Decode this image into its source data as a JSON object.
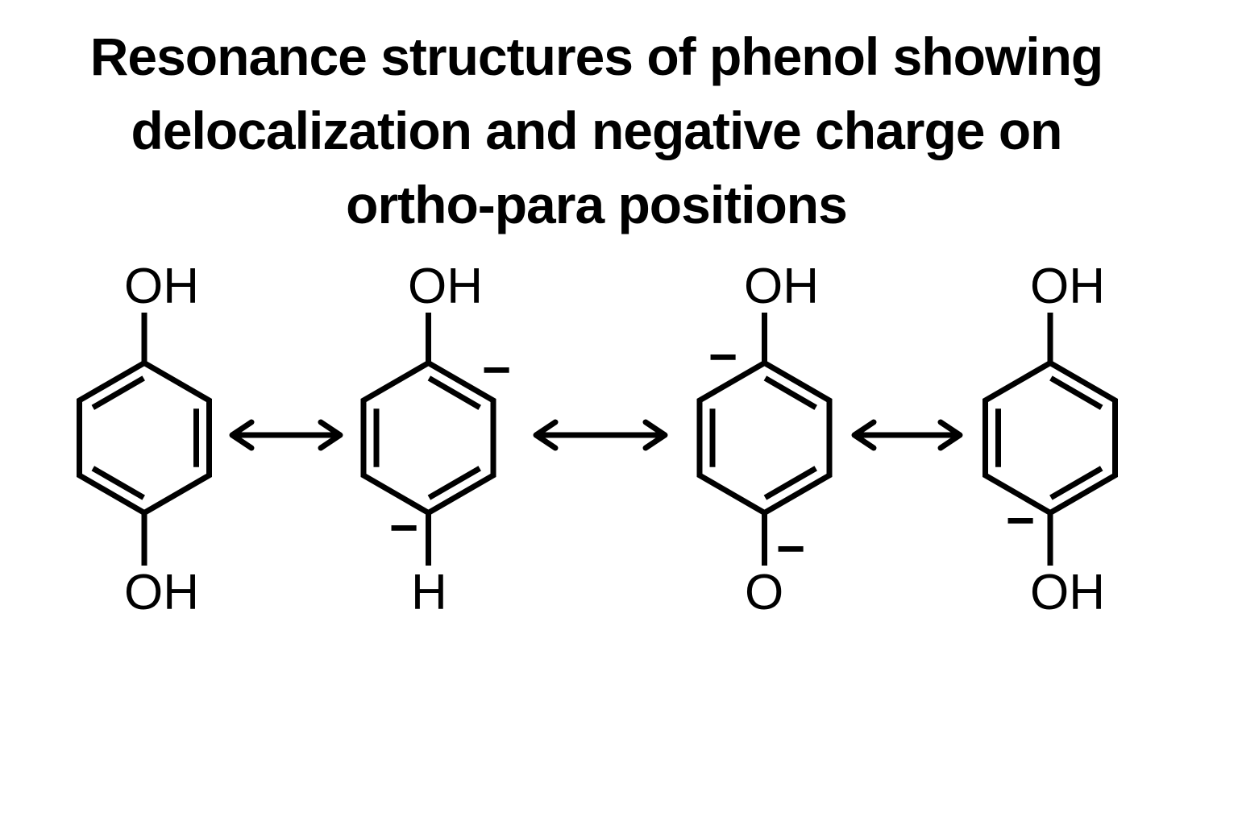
{
  "title_lines": [
    "Resonance structures of phenol showing",
    "delocalization and negative charge on",
    "ortho-para positions"
  ],
  "colors": {
    "ink": "#000000",
    "background": "#ffffff"
  },
  "structures": [
    {
      "name": "phenol-kekule-left",
      "top_label": "OH",
      "bottom_label": "OH",
      "double_bond_edges": [
        "top-left",
        "right",
        "bottom-left"
      ],
      "charges": []
    },
    {
      "name": "carbanion-ortho-structure",
      "top_label": "OH",
      "bottom_label": "H",
      "double_bond_edges": [
        "top-right",
        "left",
        "bottom-right"
      ],
      "charges": [
        {
          "position": "ortho-upper-right",
          "symbol": "−"
        },
        {
          "position": "para-lower-left",
          "symbol": "−"
        }
      ]
    },
    {
      "name": "oxyanion-structure",
      "top_label": "OH",
      "bottom_label": "O",
      "double_bond_edges": [
        "top-right",
        "left",
        "bottom-right"
      ],
      "charges": [
        {
          "position": "ortho-upper-left",
          "symbol": "−"
        },
        {
          "position": "para-lower-right",
          "symbol": "−"
        }
      ]
    },
    {
      "name": "phenol-kekule-right",
      "top_label": "OH",
      "bottom_label": "OH",
      "double_bond_edges": [
        "top-right",
        "left",
        "bottom-right"
      ],
      "charges": [
        {
          "position": "para-lower-left",
          "symbol": "−"
        }
      ]
    }
  ],
  "arrows": [
    {
      "type": "resonance-double-headed-arrow",
      "between": "structure-1-and-2"
    },
    {
      "type": "resonance-double-headed-arrow",
      "between": "structure-2-and-3"
    },
    {
      "type": "resonance-double-headed-arrow",
      "between": "structure-3-and-4"
    }
  ]
}
